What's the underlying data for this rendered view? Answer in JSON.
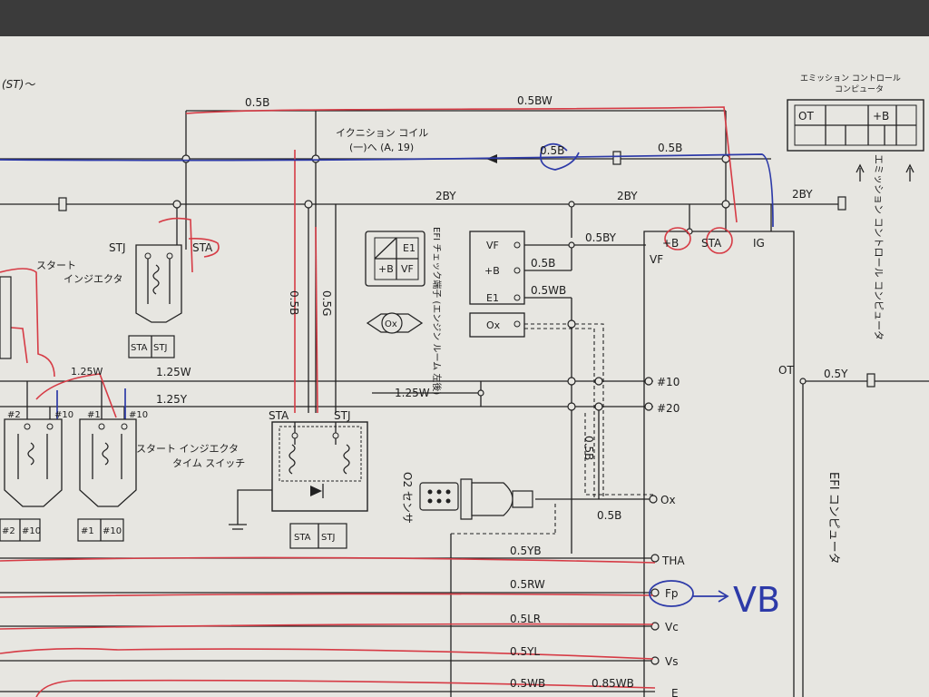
{
  "colors": {
    "paper": "#e7e6e1",
    "ink": "#1d1d1d",
    "red_marker": "#d63b45",
    "blue_pen": "#2d3aa8"
  },
  "top_left": "(ST)～",
  "wire_labels": {
    "w_05b_top": "0.5B",
    "w_05bw": "0.5BW",
    "w_05b_blue": "0.5B",
    "w_05b_right": "0.5B",
    "w_2by_mid": "2BY",
    "w_2by_center": "2BY",
    "w_2by_right": "2BY",
    "w_05by": "0.5BY",
    "w_05b_ef": "0.5B",
    "w_05wb_ef": "0.5WB",
    "w_125w_a": "1.25W",
    "w_125w_b": "1.25W",
    "w_125y": "1.25Y",
    "w_125w_mid": "1.25W",
    "w_05b_v1": "0.5B",
    "w_05g_v": "0.5G",
    "w_05b_v2": "0.5B",
    "w_05b_ox": "0.5B",
    "w_05yb": "0.5YB",
    "w_05rw": "0.5RW",
    "w_05lr": "0.5LR",
    "w_05yl": "0.5YL",
    "w_05wb": "0.5WB",
    "w_085wb": "0.85WB",
    "w_05y_ot": "0.5Y"
  },
  "ignition_note": {
    "line1": "イクニション コイル",
    "line2": "(一)へ (A, 19)"
  },
  "emission_box": {
    "title1": "エミッション コントロール",
    "title2": "コンピュータ",
    "ot": "OT",
    "b": "+B"
  },
  "emission_vertical": "エミッション コントロール コンピュータ",
  "efi_computer": {
    "vertical": "EFI コンピュータ",
    "pins": {
      "pb": "+B",
      "sta": "STA",
      "ig": "IG",
      "vf": "VF",
      "ot": "OT",
      "n10": "#10",
      "n20": "#20",
      "ox": "Ox",
      "tha": "THA",
      "fp": "Fp",
      "vc": "Vc",
      "vs": "Vs",
      "e": "E"
    }
  },
  "check_connector": {
    "e1": "E1",
    "pb": "+B",
    "vf": "VF",
    "ox": "Ox",
    "vertical": "EFI チェック端子 (エンジン ルーム 左後)",
    "pins": {
      "vf": "VF",
      "pb": "+B",
      "e1": "E1",
      "ox": "Ox"
    }
  },
  "start_injector": {
    "label1": "スタート",
    "label2": "インジエクタ",
    "stj": "STJ",
    "sta": "STA",
    "conn_sta": "STA",
    "conn_stj": "STJ"
  },
  "injectors": {
    "left_a": "#2",
    "left_b": "#10",
    "mid_a": "#1",
    "mid_b": "#10",
    "conn1_a": "#2",
    "conn1_b": "#10",
    "conn2_a": "#1",
    "conn2_b": "#10"
  },
  "time_switch": {
    "line1": "スタート インジエクタ",
    "line2": "タイム スイッチ",
    "sta": "STA",
    "stj": "STJ",
    "conn_sta": "STA",
    "conn_stj": "STJ"
  },
  "o2_sensor": {
    "label": "O2 センサ"
  },
  "annotation": "VB"
}
